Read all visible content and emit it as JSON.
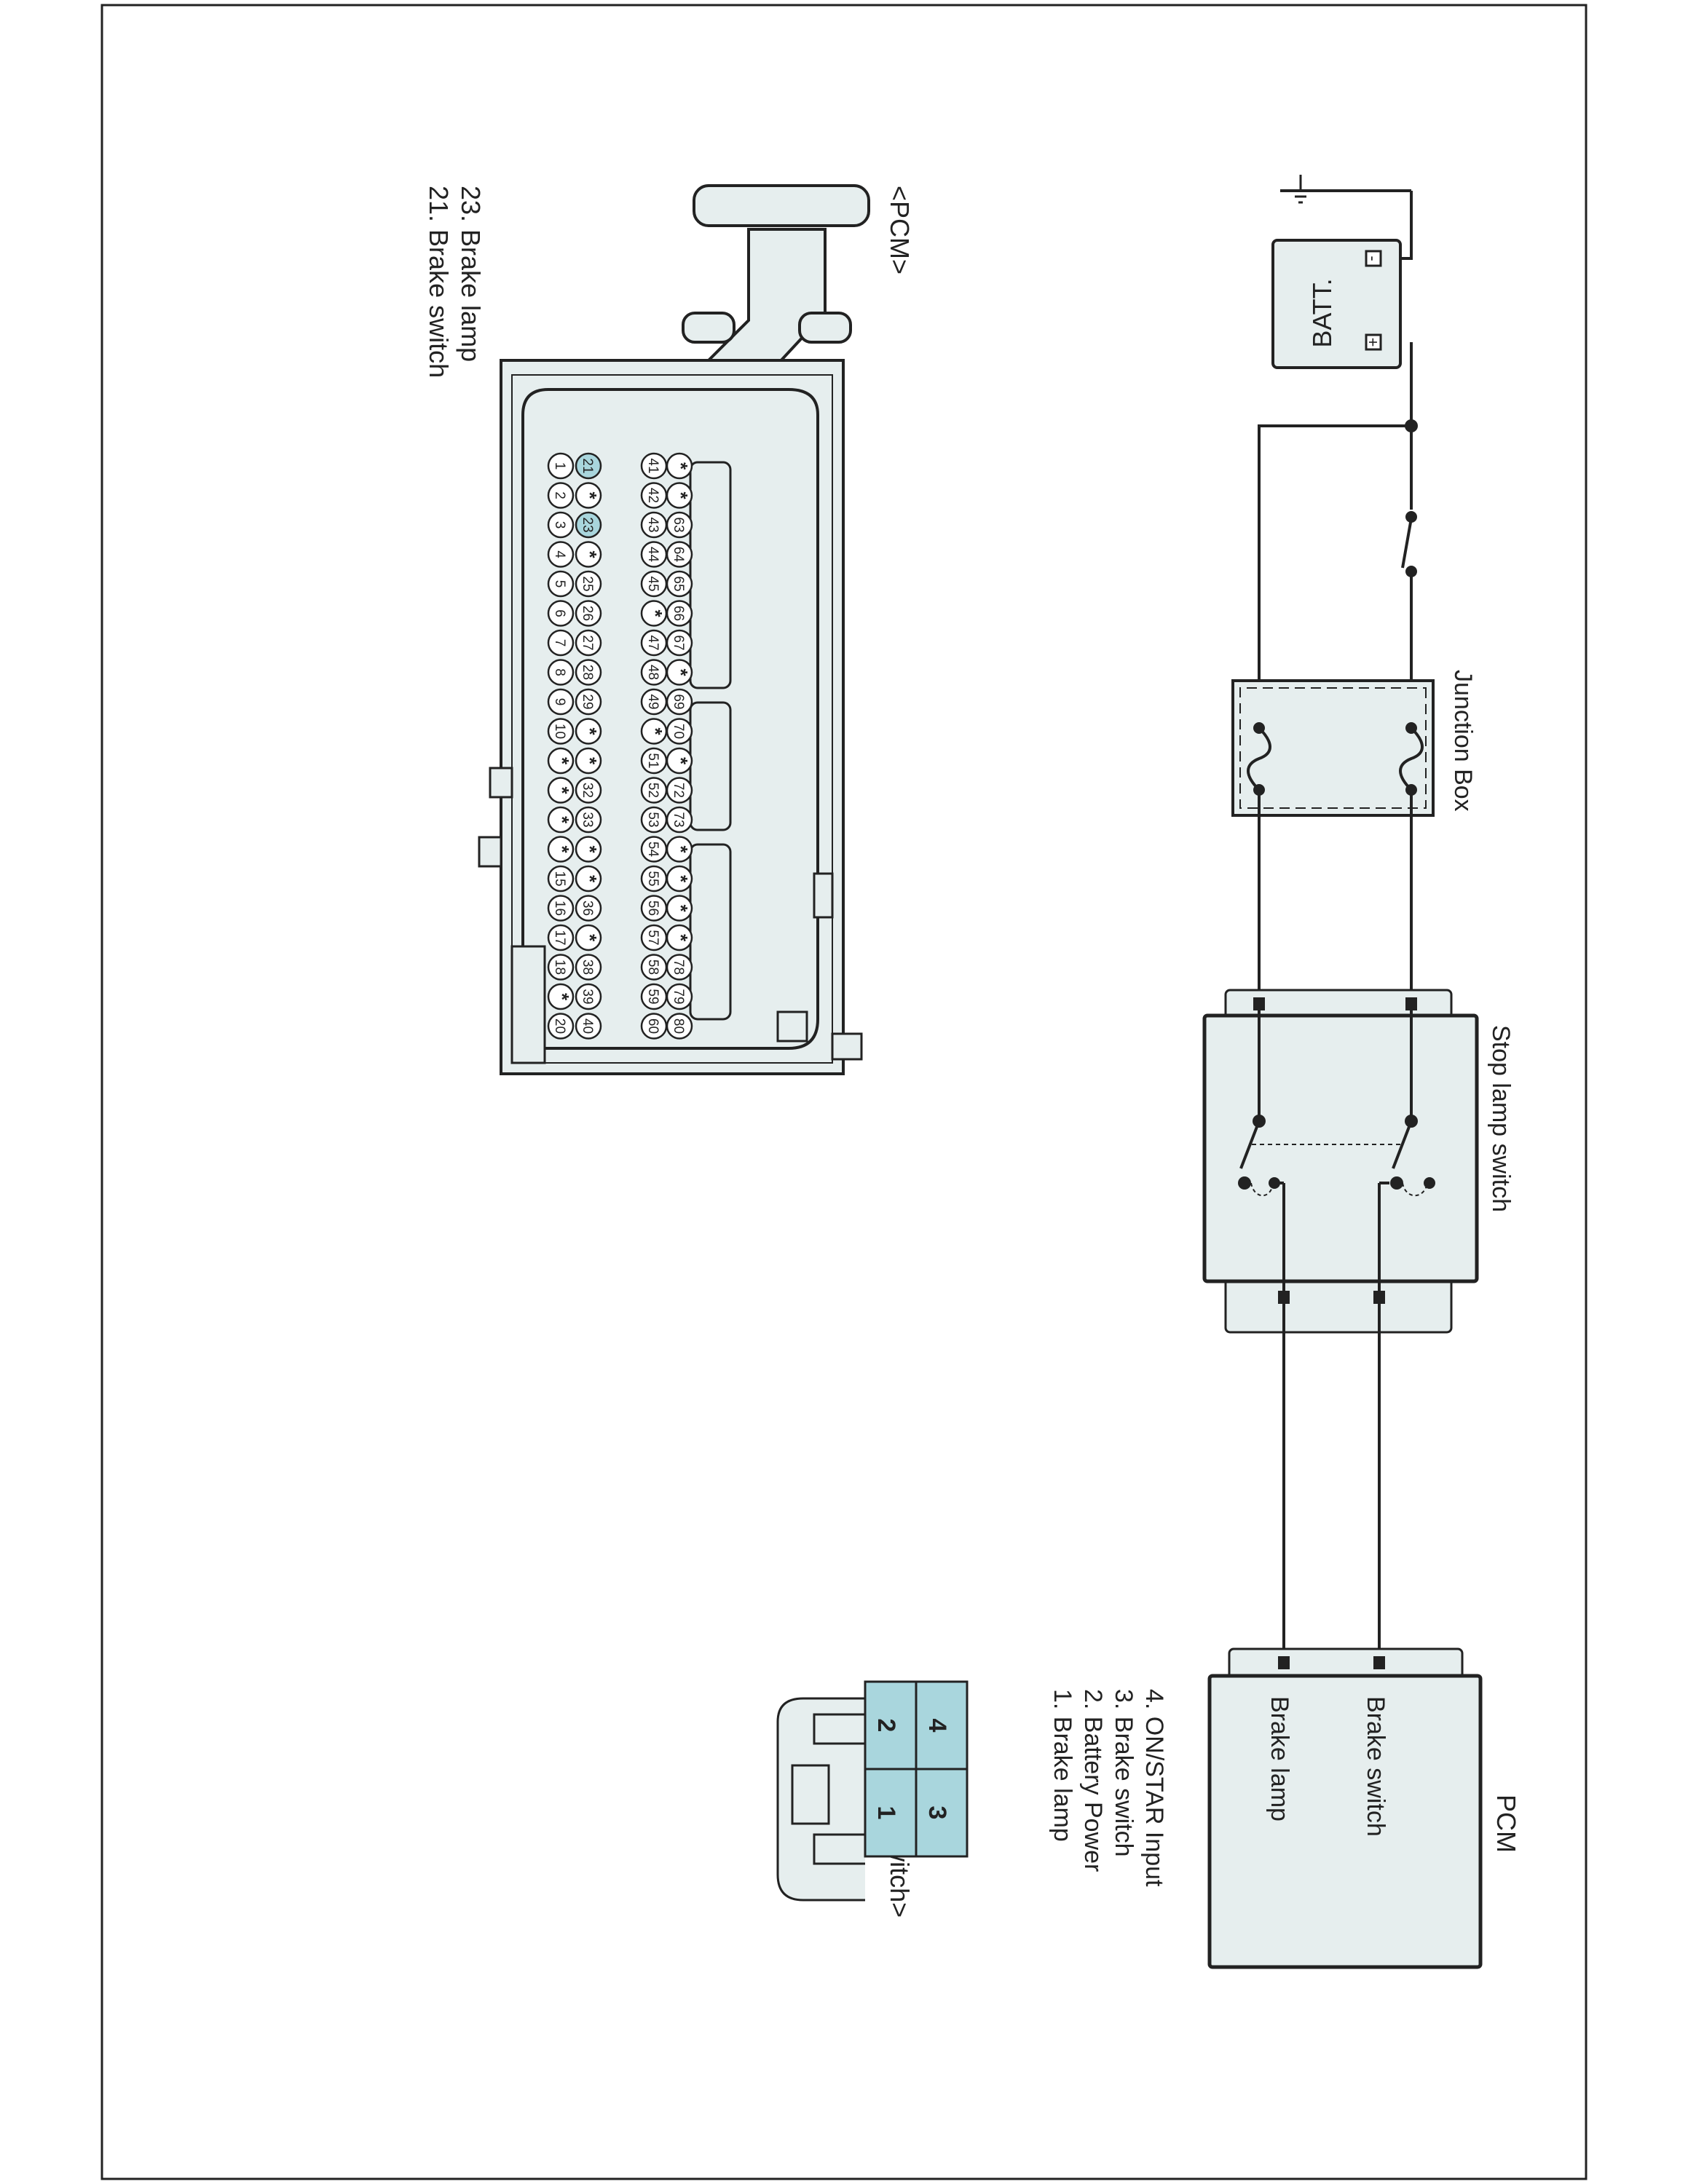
{
  "schematic": {
    "battery_label": "BATT.",
    "battery_minus": "-",
    "battery_plus": "+",
    "junction_box_label": "Junction Box",
    "stop_lamp_switch_label": "Stop lamp switch",
    "pcm_label": "PCM",
    "pcm_pin_brake_switch": "Brake switch",
    "pcm_pin_brake_lamp": "Brake lamp"
  },
  "stop_lamp_connector": {
    "title": "<Stop lamp switch>",
    "pins_top": [
      "2",
      "1"
    ],
    "pins_bottom": [
      "4",
      "3"
    ],
    "pin_list": [
      "1. Brake lamp",
      "2. Battery Power",
      "3. Brake switch",
      "4. ON/STAR Input"
    ],
    "pin_fill_color": "#a9d6dd"
  },
  "pcm_connector": {
    "title": "<PCM>",
    "rows": [
      [
        "20",
        "*",
        "18",
        "17",
        "16",
        "15",
        "*",
        "*",
        "*",
        "*",
        "10",
        "9",
        "8",
        "7",
        "6",
        "5",
        "4",
        "3",
        "2",
        "1"
      ],
      [
        "40",
        "39",
        "38",
        "*",
        "36",
        "*",
        "*",
        "33",
        "32",
        "*",
        "*",
        "29",
        "28",
        "27",
        "26",
        "25",
        "*",
        "23",
        "*",
        "21"
      ],
      [
        "60",
        "59",
        "58",
        "57",
        "56",
        "55",
        "54",
        "53",
        "52",
        "51",
        "*",
        "49",
        "48",
        "47",
        "*",
        "45",
        "44",
        "43",
        "42",
        "41"
      ],
      [
        "80",
        "79",
        "78",
        "*",
        "*",
        "*",
        "*",
        "73",
        "72",
        "*",
        "70",
        "69",
        "*",
        "67",
        "66",
        "65",
        "64",
        "63",
        "*",
        "*"
      ]
    ],
    "highlighted_pins": [
      "23",
      "21"
    ],
    "highlight_color": "#a9d6dd",
    "pin_list": [
      "21. Brake switch",
      "23. Brake lamp"
    ]
  }
}
